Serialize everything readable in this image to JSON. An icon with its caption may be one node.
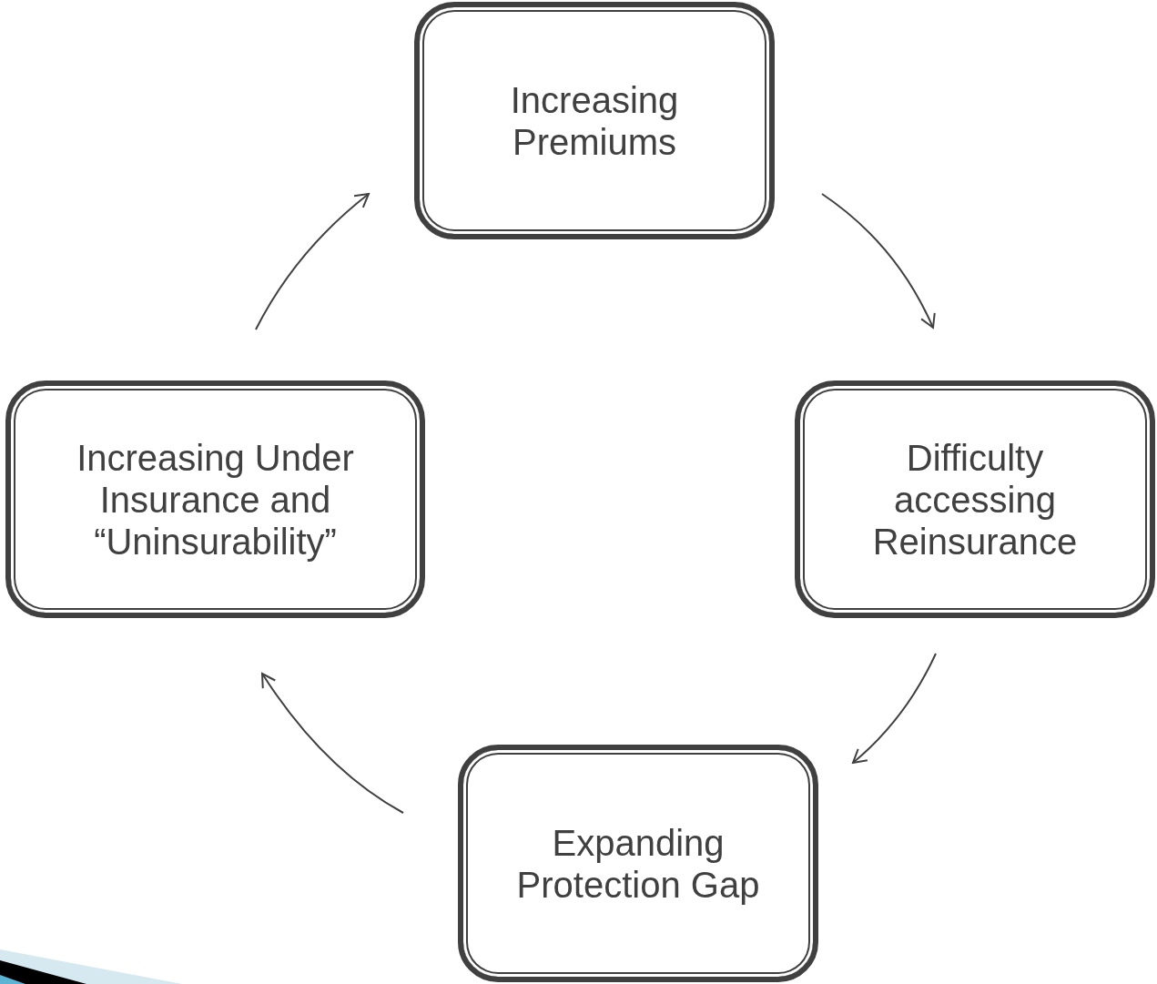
{
  "diagram": {
    "nodes": [
      {
        "text": [
          "Increasing Premiums"
        ]
      },
      {
        "text": [
          "Difficulty accessing Reinsurance"
        ]
      },
      {
        "text": [
          "Expanding Protection Gap"
        ]
      },
      {
        "text": [
          "Increasing Under Insurance and “Uninsurability”"
        ]
      }
    ],
    "edges": [
      {
        "from": 0,
        "to": 1,
        "arrow": "to"
      },
      {
        "from": 1,
        "to": 2,
        "arrow": "to"
      },
      {
        "from": 2,
        "to": 3,
        "arrow": "to"
      },
      {
        "from": 3,
        "to": 0,
        "arrow": "to"
      }
    ]
  }
}
